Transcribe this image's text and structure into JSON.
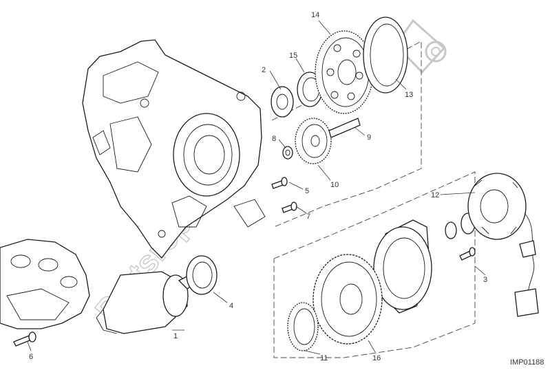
{
  "diagram": {
    "reference_code": "IMP01188",
    "watermark_text": "Partsrepublik",
    "callouts": [
      "1",
      "2",
      "3",
      "4",
      "5",
      "6",
      "7",
      "8",
      "9",
      "10",
      "11",
      "12",
      "13",
      "14",
      "15",
      "16"
    ]
  },
  "colors": {
    "line": "#1c1c1c",
    "watermark": "#c8c8c8",
    "background": "#ffffff"
  }
}
